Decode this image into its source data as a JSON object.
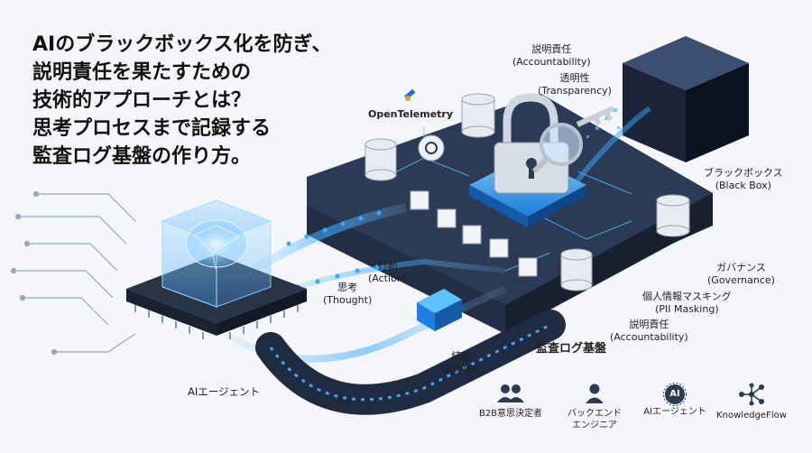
{
  "headline": {
    "lines": [
      "AIのブラックボックス化を防ぎ、",
      "説明責任を果たすための",
      "技術的アプローチとは？",
      "思考プロセスまで記録する",
      "監査ログ基盤の作り方。"
    ]
  },
  "labels": {
    "opentelemetry": "OpenTelemetry",
    "accountability_top_jp": "説明責任",
    "accountability_top_en": "(Accountability)",
    "transparency_jp": "透明性",
    "transparency_en": "(Transparency)",
    "blackbox_jp": "ブラックボックス",
    "blackbox_en": "(Black Box)",
    "action_jp": "行動",
    "action_en": "(Action)",
    "thought_jp": "思考",
    "thought_en": "(Thought)",
    "result_jp": "結果",
    "result_en": "(Result)",
    "governance_jp": "ガバナンス",
    "governance_en": "(Governance)",
    "pii_jp": "個人情報マスキング",
    "pii_en": "(PII Masking)",
    "accountability_bottom_jp": "説明責任",
    "accountability_bottom_en": "(Accountability)",
    "audit_log_platform": "監査ログ基盤",
    "ai_agent": "AIエージェント"
  },
  "personas": [
    {
      "icon": "users-icon",
      "line1": "B2B意思決定者",
      "line2": ""
    },
    {
      "icon": "user-icon",
      "line1": "バックエンド",
      "line2": "エンジニア"
    },
    {
      "icon": "ai-circle-icon",
      "line1": "AIエージェント",
      "line2": ""
    },
    {
      "icon": "flow-icon",
      "line1": "KnowledgeFlow",
      "line2": ""
    }
  ],
  "ai_badge_text": "AI",
  "colors": {
    "platform": "#2b3a55",
    "platform_side": "#1b2638",
    "glow": "#39a8ff",
    "accent": "#1e6fd9",
    "text": "#111111"
  }
}
